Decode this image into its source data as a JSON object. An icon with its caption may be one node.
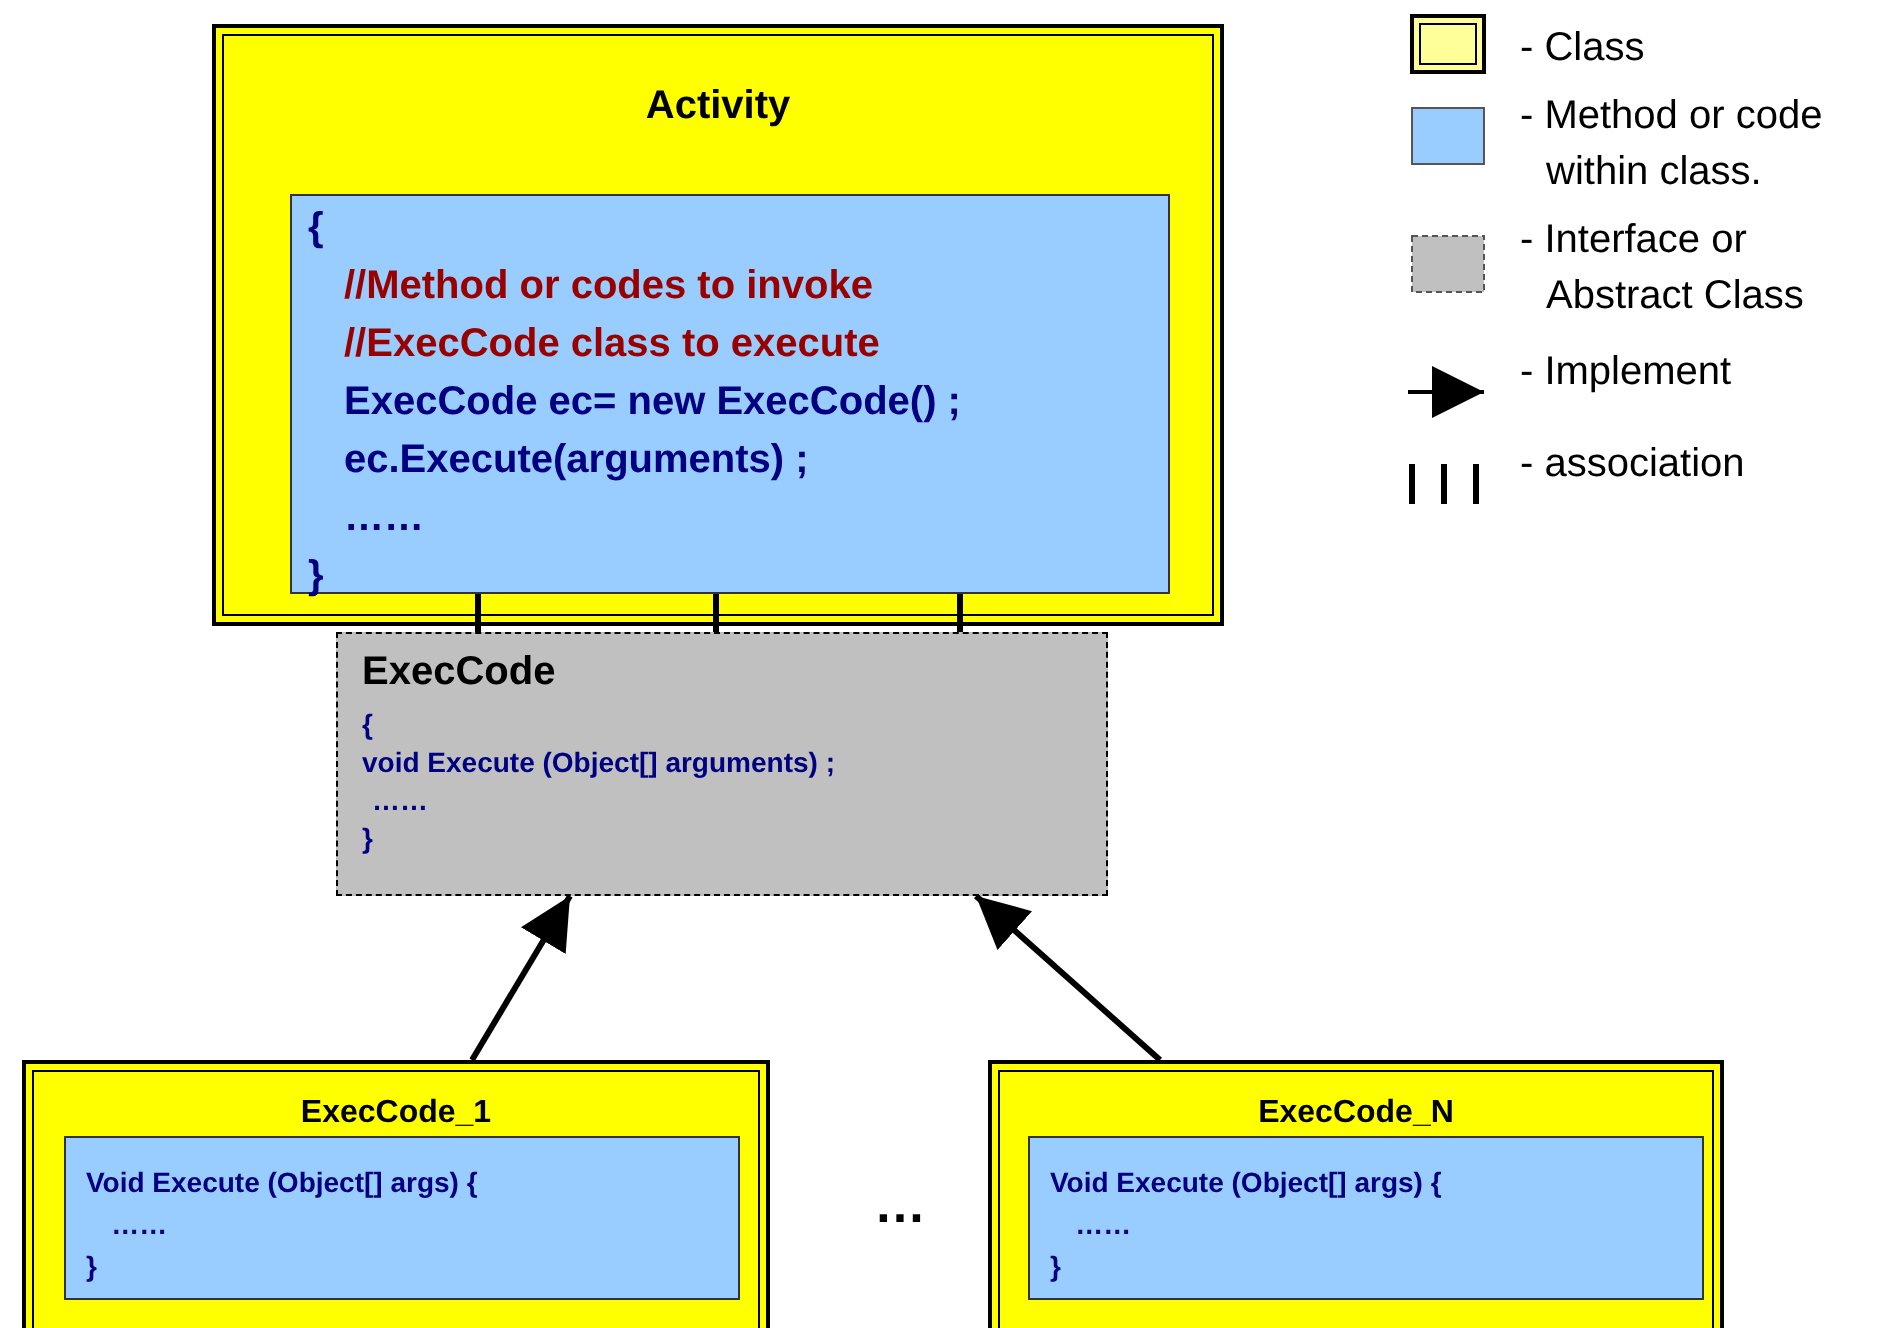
{
  "diagram": {
    "nodes": [
      {
        "text": [
          "Activity"
        ]
      },
      {
        "text": [
          "{",
          "//Method or codes to invoke",
          "//ExecCode class to execute",
          "ExecCode ec= new ExecCode() ;",
          "ec.Execute(arguments) ;",
          "……",
          "}"
        ],
        "in": 0
      },
      {
        "text": [
          "ExecCode",
          "{",
          "void Execute (Object[] arguments) ;",
          "……",
          "}"
        ]
      },
      {
        "text": [
          "ExecCode_1"
        ]
      },
      {
        "text": [
          "Void Execute (Object[] args) {",
          "……",
          "}"
        ],
        "in": 3
      },
      {
        "text": [
          "ExecCode_N"
        ]
      },
      {
        "text": [
          "Void Execute (Object[] args) {",
          "……",
          "}"
        ],
        "in": 5
      }
    ],
    "edges": [
      {
        "from": 1,
        "to": 2,
        "arrow": "none"
      },
      {
        "from": 1,
        "to": 2,
        "arrow": "none"
      },
      {
        "from": 1,
        "to": 2,
        "arrow": "none"
      },
      {
        "from": 3,
        "to": 2,
        "arrow": "to"
      },
      {
        "from": 5,
        "to": 2,
        "arrow": "to"
      }
    ],
    "labels": [
      "…"
    ],
    "legend": [
      {
        "text": "- Class",
        "color": "#ffff99"
      },
      {
        "text": "- Method or code within class.",
        "color": "#99ccff"
      },
      {
        "text": "- Interface or Abstract Class",
        "color": "#c0c0c0"
      },
      {
        "text": "- Implement"
      },
      {
        "text": "- association"
      }
    ]
  }
}
